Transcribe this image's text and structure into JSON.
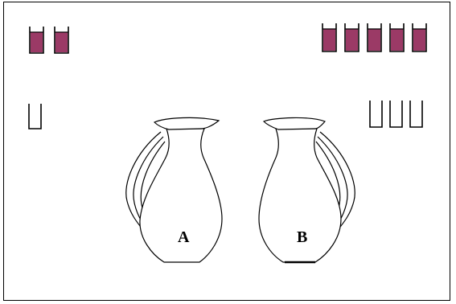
{
  "colors": {
    "liquid": "#9b3a66",
    "outline": "#000000",
    "empty": "#ffffff"
  },
  "pitcher_a": {
    "label": "A",
    "full_cups": 2,
    "empty_cups": 1
  },
  "pitcher_b": {
    "label": "B",
    "full_cups": 5,
    "empty_cups": 3
  }
}
